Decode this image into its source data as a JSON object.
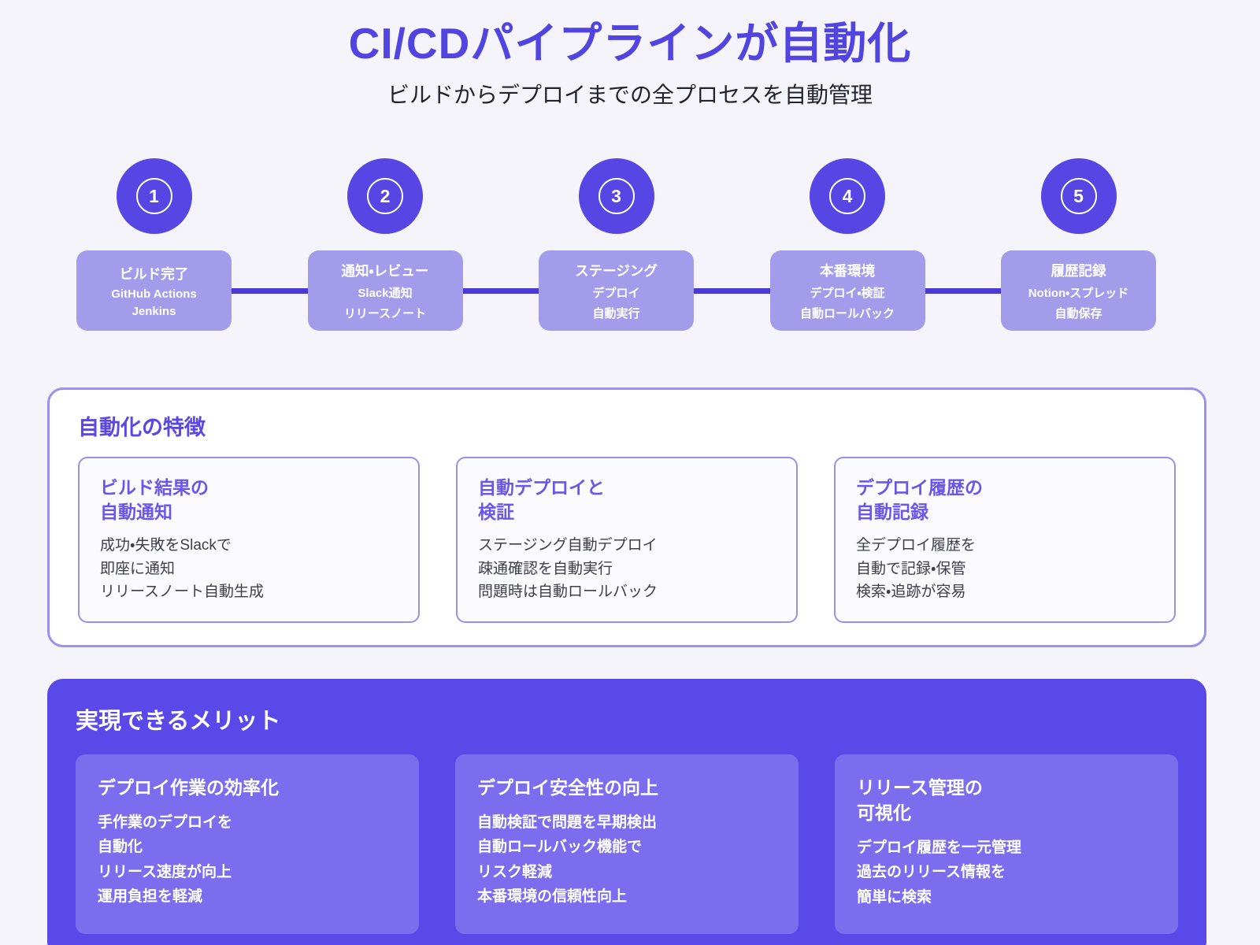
{
  "header": {
    "title": "CI/CDパイプラインが自動化",
    "subtitle": "ビルドからデプロイまでの全プロセスを自動管理"
  },
  "pipeline": {
    "steps": [
      {
        "number": "1",
        "line1": "ビルド完了",
        "line2": "GitHub Actions",
        "line3": "Jenkins"
      },
      {
        "number": "2",
        "line1": "通知・レビュー",
        "line2": "Slack通知",
        "line3": "リリースノート"
      },
      {
        "number": "3",
        "line1": "ステージング",
        "line2": "デプロイ",
        "line3": "自動実行"
      },
      {
        "number": "4",
        "line1": "本番環境",
        "line2": "デプロイ・検証",
        "line3": "自動ロールバック"
      },
      {
        "number": "5",
        "line1": "履歴記録",
        "line2": "Notion・スプレッド",
        "line3": "自動保存"
      }
    ]
  },
  "features": {
    "title": "自動化の特徴",
    "cards": [
      {
        "title": "ビルド結果の\n自動通知",
        "lines": [
          "成功・失敗をSlackで",
          "即座に通知",
          "リリースノート自動生成"
        ]
      },
      {
        "title": "自動デプロイと\n検証",
        "lines": [
          "ステージング自動デプロイ",
          "疎通確認を自動実行",
          "問題時は自動ロールバック"
        ]
      },
      {
        "title": "デプロイ履歴の\n自動記録",
        "lines": [
          "全デプロイ履歴を",
          "自動で記録・保管",
          "検索・追跡が容易"
        ]
      }
    ]
  },
  "benefits": {
    "title": "実現できるメリット",
    "cards": [
      {
        "title": "デプロイ作業の効率化",
        "lines": [
          "手作業のデプロイを",
          "自動化",
          "リリース速度が向上",
          "運用負担を軽減"
        ]
      },
      {
        "title": "デプロイ安全性の向上",
        "lines": [
          "自動検証で問題を早期検出",
          "自動ロールバック機能で",
          "リスク軽減",
          "本番環境の信頼性向上"
        ]
      },
      {
        "title": "リリース管理の\n可視化",
        "lines": [
          "デプロイ履歴を一元管理",
          "過去のリリース情報を",
          "簡単に検索"
        ]
      }
    ]
  },
  "colors": {
    "accent": "#5244e1",
    "circle": "#5746e3",
    "step_box": "#a39cea",
    "connector": "#4b39d6",
    "panel_border": "#9b91ee",
    "feature_title": "#6a57ea",
    "benefits_bg": "#5a48e8",
    "benefits_card": "#7b6dee",
    "page_bg": "#f5f4fa"
  }
}
